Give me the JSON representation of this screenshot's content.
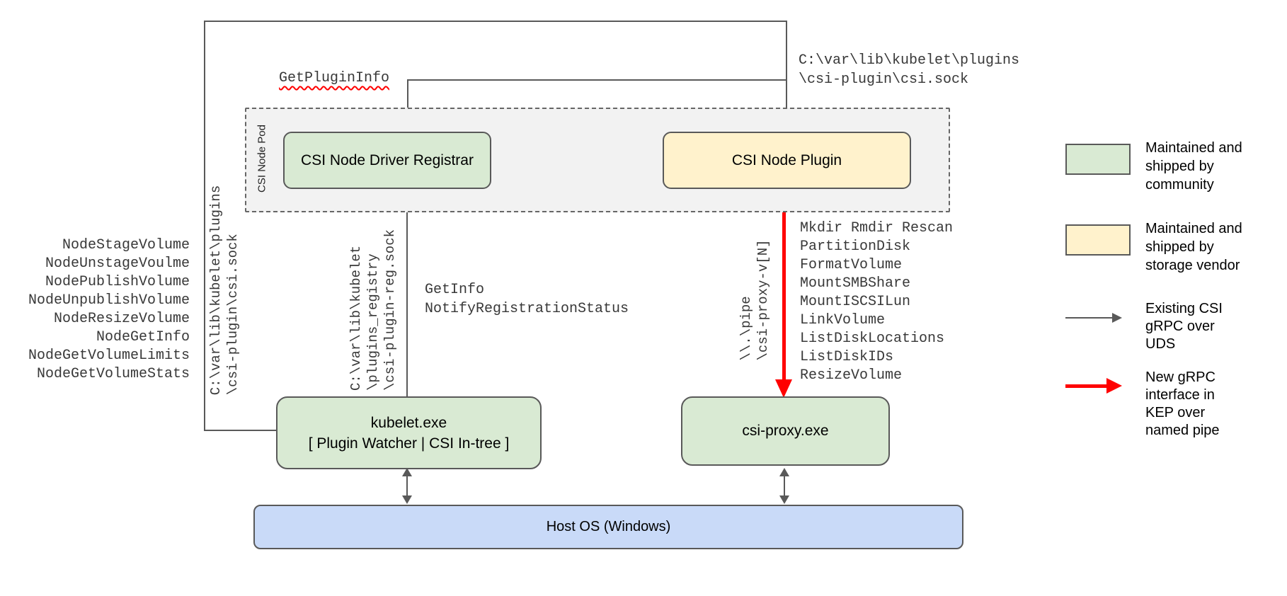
{
  "nodes": {
    "pod_label": "CSI Node Pod",
    "registrar": "CSI Node Driver Registrar",
    "plugin": "CSI Node Plugin",
    "kubelet_line1": "kubelet.exe",
    "kubelet_line2": "[ Plugin Watcher | CSI In-tree ]",
    "csi_proxy": "csi-proxy.exe",
    "host_os": "Host OS (Windows)"
  },
  "rpc_labels": {
    "get_plugin_info": "GetPluginInfo",
    "registration": [
      "GetInfo",
      "NotifyRegistrationStatus"
    ]
  },
  "node_rpcs": [
    "NodeStageVolume",
    "NodeUnstageVoulme",
    "NodePublishVolume",
    "NodeUnpublishVolume",
    "NodeResizeVolume",
    "NodeGetInfo",
    "NodeGetVolumeLimits",
    "NodeGetVolumeStats"
  ],
  "proxy_rpcs": [
    "Mkdir Rmdir Rescan",
    "PartitionDisk",
    "FormatVolume",
    "MountSMBShare",
    "MountISCSILun",
    "LinkVolume",
    "ListDiskLocations",
    "ListDiskIDs",
    "ResizeVolume"
  ],
  "paths": {
    "plugin_socket": [
      "C:\\var\\lib\\kubelet\\plugins",
      "\\csi-plugin\\csi.sock"
    ],
    "plugin_socket_vertical": [
      "C:\\var\\lib\\kubelet\\plugins",
      "\\csi-plugin\\csi.sock"
    ],
    "registry_socket_vertical": [
      "C:\\var\\lib\\kubelet",
      "\\plugins_registry",
      "\\csi-plugin-reg.sock"
    ],
    "named_pipe_vertical": [
      "\\\\.\\pipe",
      "\\csi-proxy-v[N]"
    ]
  },
  "legend": {
    "community": [
      "Maintained and",
      "shipped by",
      "community"
    ],
    "vendor": [
      "Maintained and",
      "shipped by",
      "storage vendor"
    ],
    "uds": [
      "Existing CSI",
      "gRPC over",
      "UDS"
    ],
    "named_pipe": [
      "New gRPC",
      "interface in",
      "KEP over",
      "named pipe"
    ]
  },
  "colors": {
    "community_fill": "#d9ead3",
    "vendor_fill": "#fff2cc",
    "host_fill": "#c9daf8",
    "pod_fill": "#f2f2f2",
    "line": "#595959",
    "new_arrow": "#ff0000"
  }
}
